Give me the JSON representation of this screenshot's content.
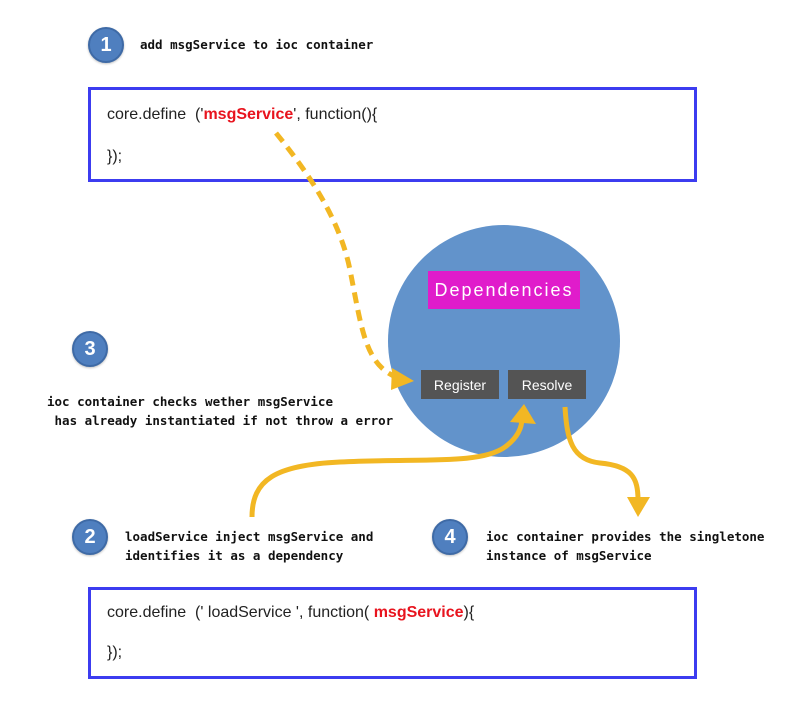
{
  "colors": {
    "badge": "#4f7fbf",
    "code_border": "#3c3cf0",
    "highlight": "#e8141e",
    "container_circle": "#6293cb",
    "dependencies_label_bg": "#e01ccb",
    "button_bg": "#545454",
    "arrow": "#f2b723"
  },
  "steps": [
    {
      "number": "1",
      "text": "add msgService to ioc container"
    },
    {
      "number": "2",
      "lines": [
        "loadService inject msgService and",
        "identifies it as a dependency"
      ]
    },
    {
      "number": "3",
      "lines": [
        "ioc container checks wether msgService",
        " has already instantiated if not throw a error"
      ]
    },
    {
      "number": "4",
      "lines": [
        "ioc container provides the singletone",
        "instance of msgService"
      ]
    }
  ],
  "code_top": {
    "prefix": "core.define  ('",
    "highlight": "msgService",
    "suffix": "', function(){",
    "closing": "});"
  },
  "code_bottom": {
    "prefix": "core.define  (' loadService ', function( ",
    "highlight": "msgService",
    "suffix": "){",
    "closing": "});"
  },
  "container": {
    "label": "Dependencies",
    "buttons": {
      "register": "Register",
      "resolve": "Resolve"
    }
  },
  "arrows": {
    "icon": "curved-arrow-icon"
  }
}
